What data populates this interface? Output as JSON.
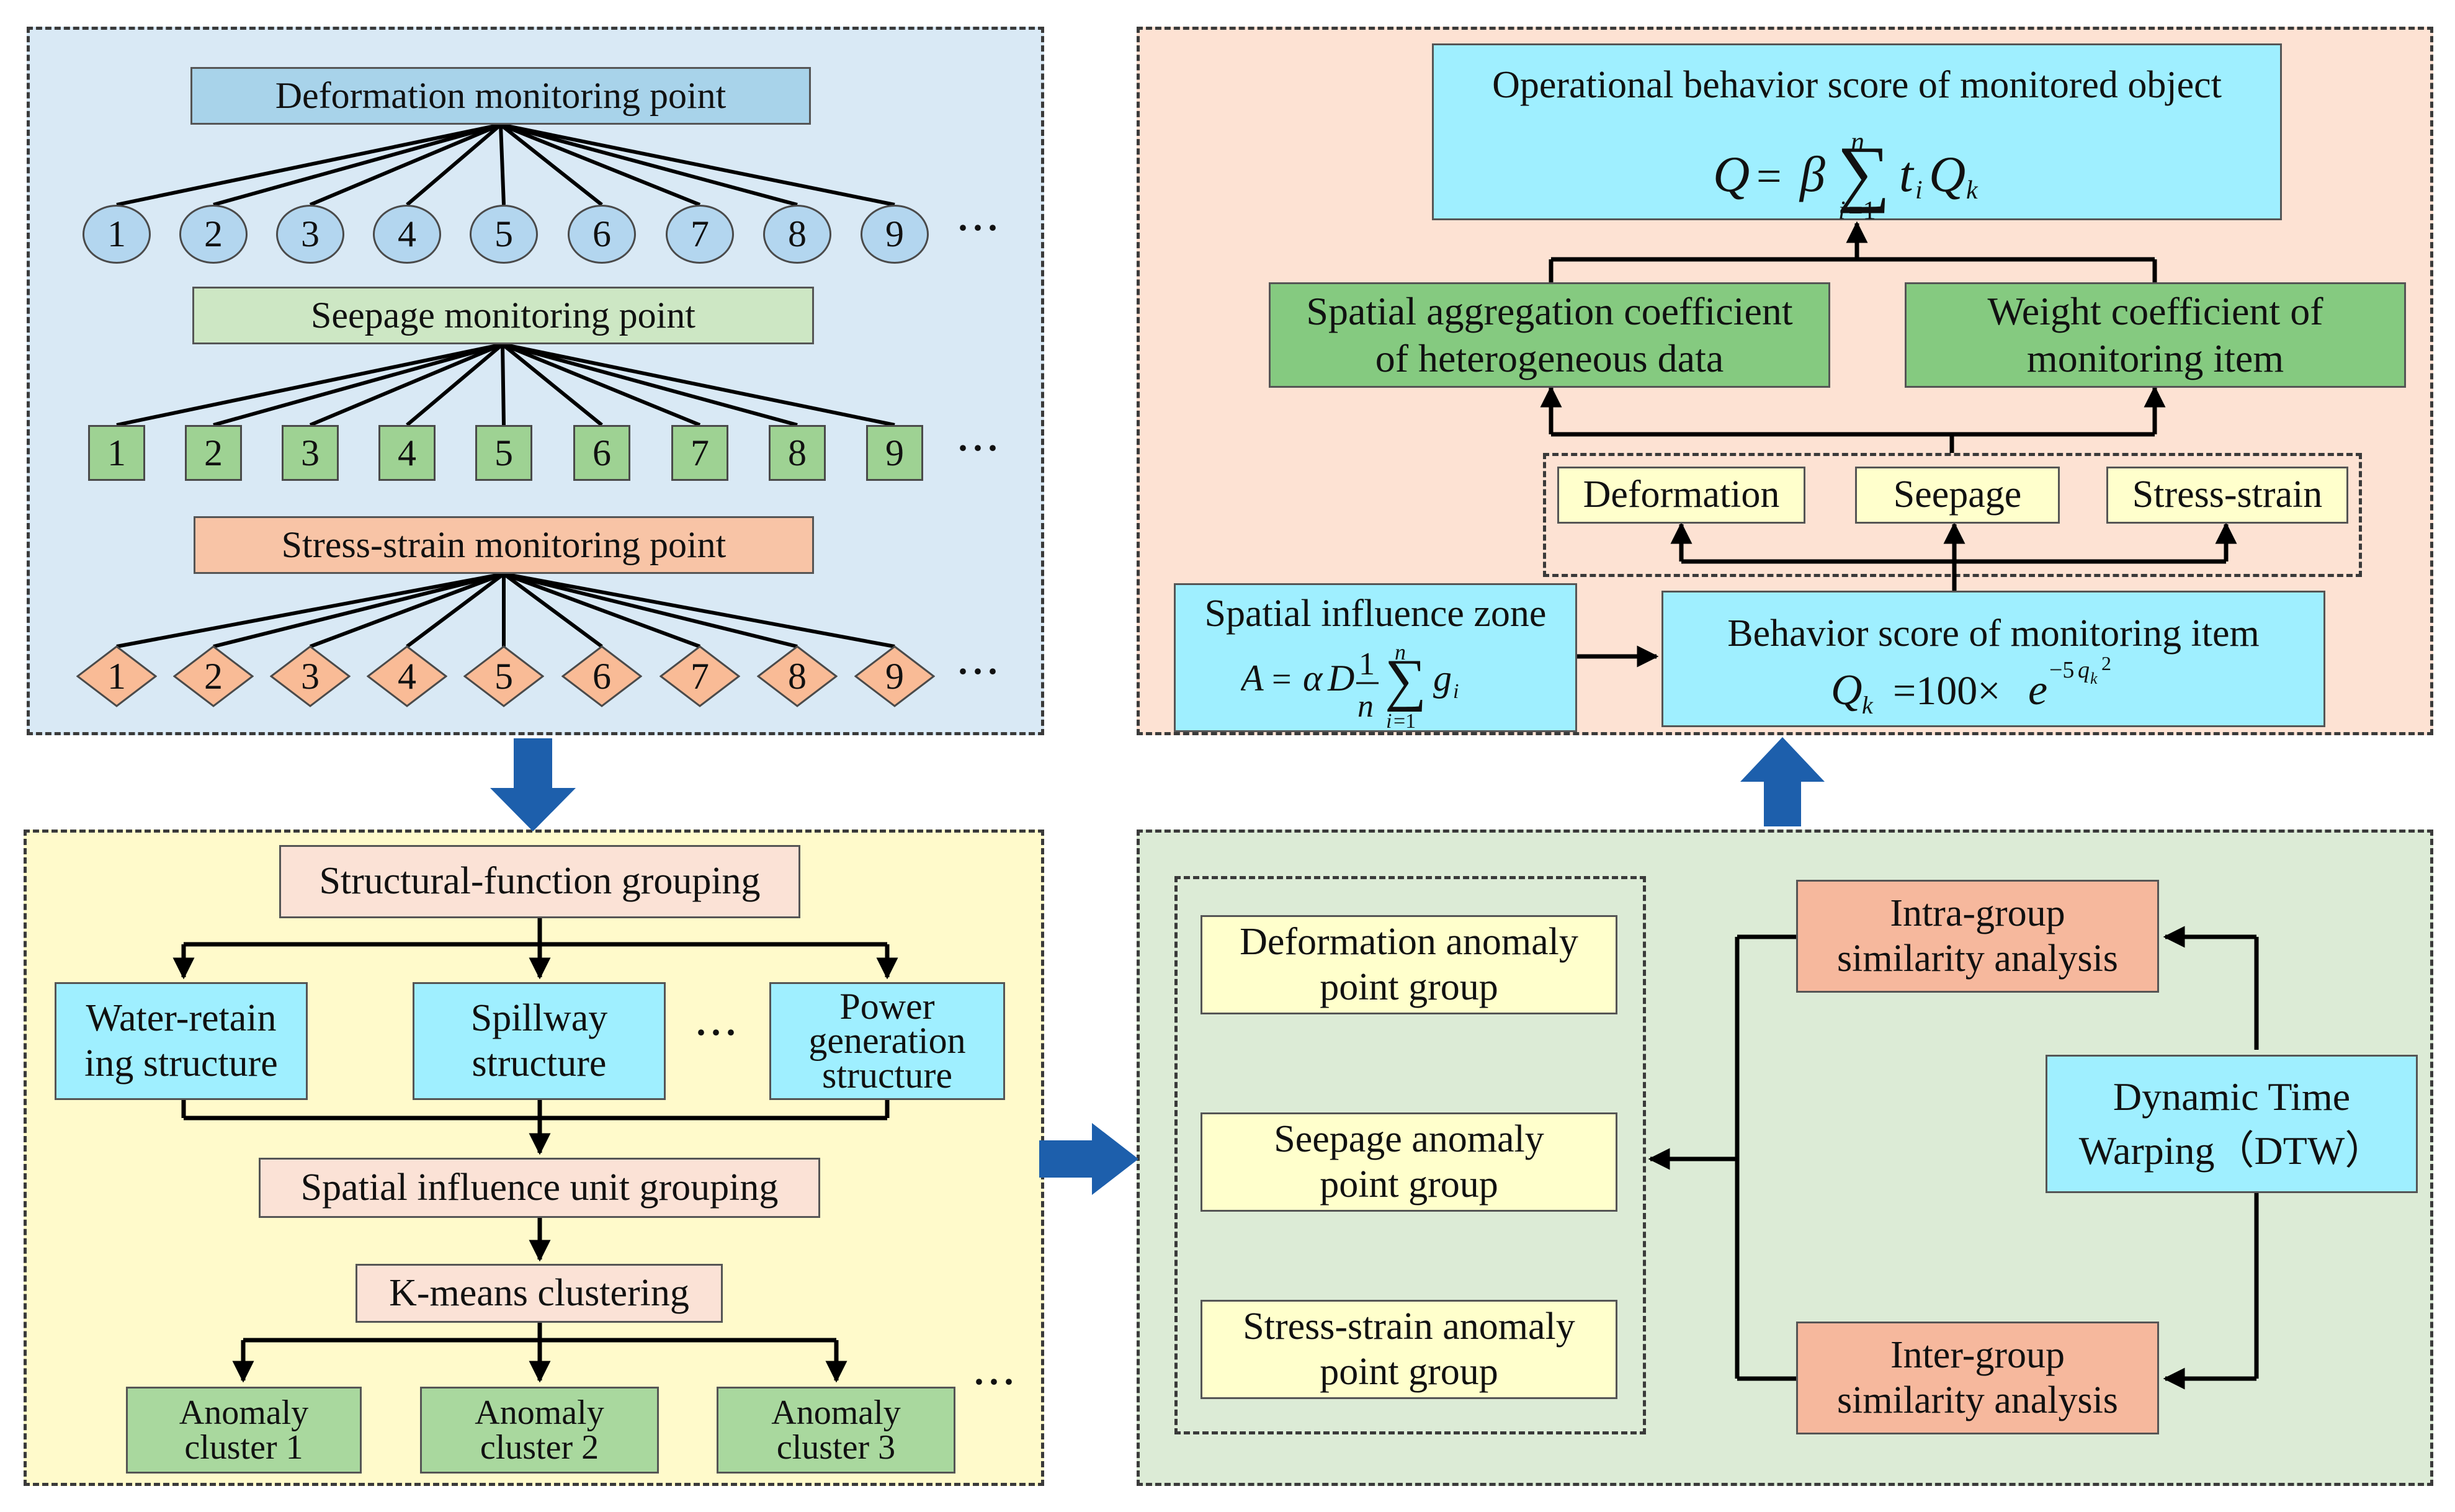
{
  "monitoring_points": {
    "deformation_title": "Deformation monitoring point",
    "seepage_title": "Seepage monitoring point",
    "stress_title": "Stress-strain monitoring point",
    "point_numbers": [
      "1",
      "2",
      "3",
      "4",
      "5",
      "6",
      "7",
      "8",
      "9"
    ],
    "ellipsis": "···"
  },
  "grouping": {
    "structural_function": "Structural-function grouping",
    "water_retaining": [
      "Water-retain",
      "ing structure"
    ],
    "spillway": [
      "Spillway",
      "structure"
    ],
    "power_generation": [
      "Power",
      "generation",
      "structure"
    ],
    "ellipsis": "···",
    "spatial_unit": "Spatial influence unit grouping",
    "kmeans": "K-means clustering",
    "clusters": [
      [
        "Anomaly",
        "cluster 1"
      ],
      [
        "Anomaly",
        "cluster 2"
      ],
      [
        "Anomaly",
        "cluster 3"
      ]
    ]
  },
  "similarity": {
    "anomaly_groups": [
      [
        "Deformation anomaly",
        "point group"
      ],
      [
        "Seepage anomaly",
        "point group"
      ],
      [
        "Stress-strain anomaly",
        "point group"
      ]
    ],
    "intra_group": [
      "Intra-group",
      "similarity analysis"
    ],
    "inter_group": [
      "Inter-group",
      "similarity analysis"
    ],
    "dtw": [
      "Dynamic Time",
      "Warping（DTW）"
    ]
  },
  "scoring": {
    "operational_title": "Operational behavior score of monitored object",
    "spatial_aggregation": [
      "Spatial aggregation coefficient",
      "of heterogeneous data"
    ],
    "weight_coefficient": [
      "Weight coefficient of",
      "monitoring item"
    ],
    "items": [
      "Deformation",
      "Seepage",
      "Stress-strain"
    ],
    "spatial_zone_title": "Spatial influence zone",
    "behavior_title": "Behavior score of monitoring item"
  },
  "colors": {
    "panel_blue": "#d9e9f5",
    "panel_yellow": "#fffacb",
    "panel_green": "#dcebd6",
    "panel_peach": "#fde2d3",
    "arrow_blue": "#1d5fac"
  }
}
